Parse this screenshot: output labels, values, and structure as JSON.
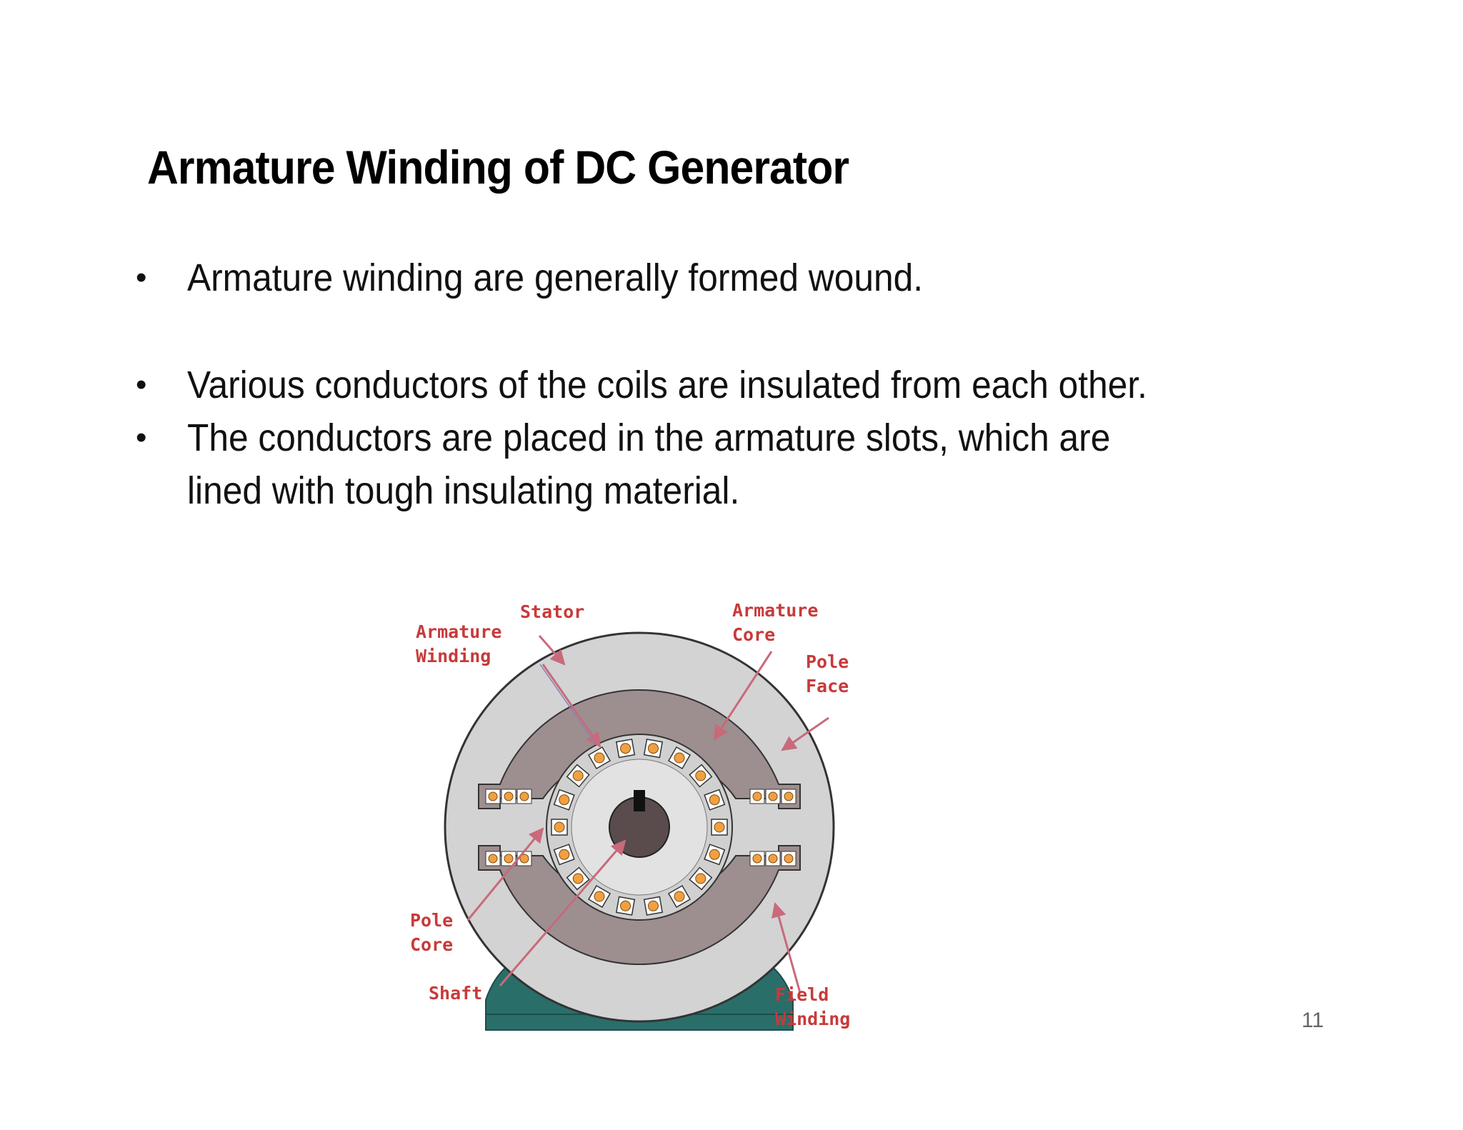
{
  "slide": {
    "title": "Armature Winding of DC Generator",
    "bullets": [
      {
        "marker": "•",
        "lines": [
          "Armature winding are generally formed wound."
        ]
      },
      {
        "marker": "•",
        "lines": [
          "Various conductors of the coils are insulated from each other."
        ]
      },
      {
        "marker": "•",
        "lines": [
          "The conductors are placed in the armature slots, which are",
          "lined with tough insulating material."
        ]
      }
    ],
    "page_number": "11"
  },
  "diagram": {
    "labels": {
      "stator": "Stator",
      "armature_winding": [
        "Armature",
        "Winding"
      ],
      "armature_core": [
        "Armature",
        "Core"
      ],
      "pole_face": [
        "Pole",
        "Face"
      ],
      "pole_core": [
        "Pole",
        "Core"
      ],
      "shaft": "Shaft",
      "field_winding": [
        "Field",
        "Winding"
      ]
    },
    "colors": {
      "label_text": "#c83a3a",
      "stator": "#d3d3d3",
      "pole": "#9d8f8f",
      "armature": "#d0d0d0",
      "shaft": "#5a4c4c",
      "conductor": "#f0a040",
      "base": "#2a6e6a",
      "arrow": "#8a7fb8"
    }
  }
}
